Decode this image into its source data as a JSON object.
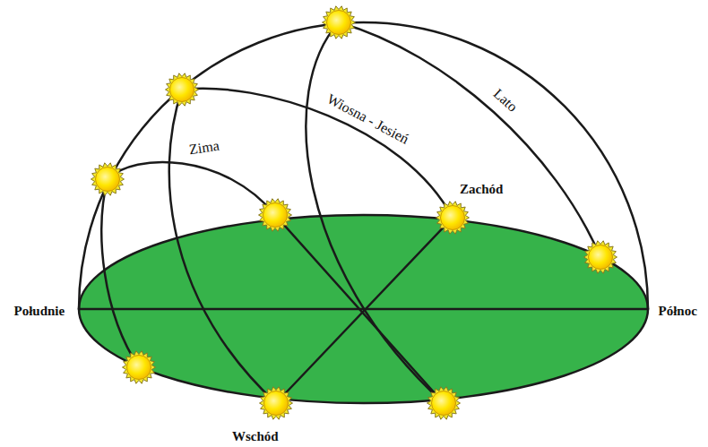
{
  "diagram": {
    "labels": [
      "Zima",
      "Wiosna - Jesień",
      "Lato",
      "Zachód",
      "Południe",
      "Północ",
      "Wschód"
    ]
  }
}
